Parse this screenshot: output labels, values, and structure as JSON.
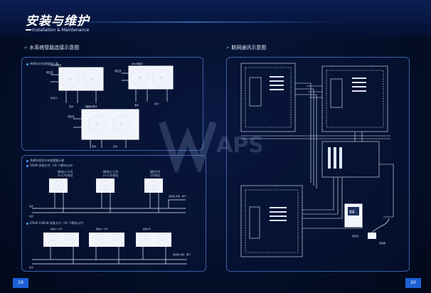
{
  "header": {
    "title": "安装与维护",
    "subtitle": "Installation & Maintenance"
  },
  "left": {
    "section_title": "水系统管路连接示意图",
    "panel1_heading": "单模块水系统管路示意",
    "panel2_heading": "多模块组合水系统管路示意",
    "panel2_sub1": "30kW 安装方式（16 个模块以内）",
    "panel2_sub2": "65kW,130kW 安装方式（16 个模块以内）",
    "module_labels": [
      "模块(n-1)号",
      "(n-1)号地址",
      "模块(n-1)号",
      "(n-1)号地址",
      "模块1号",
      "1号地址"
    ],
    "page_number": "19"
  },
  "right": {
    "section_title": "联网通讯示意图",
    "page_number": "20"
  },
  "colors": {
    "accent": "#4aa0ff",
    "panel_border": "#3b5fa8",
    "page_badge": "#1d5fd6"
  }
}
